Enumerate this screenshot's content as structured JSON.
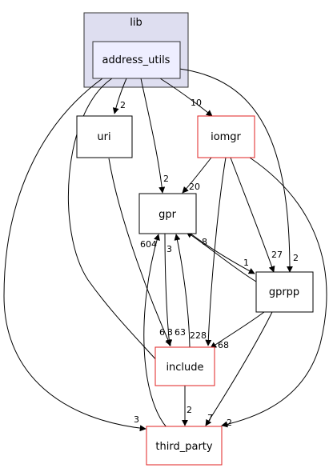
{
  "cluster": {
    "label": "lib",
    "fill": "#dedef0",
    "stroke": "#333333"
  },
  "nodes": {
    "address_utils": {
      "label": "address_utils",
      "fill": "#eeeeff",
      "stroke": "#333333"
    },
    "uri": {
      "label": "uri",
      "fill": "#ffffff",
      "stroke": "#000000"
    },
    "iomgr": {
      "label": "iomgr",
      "fill": "#ffffff",
      "stroke": "#e02020"
    },
    "gpr": {
      "label": "gpr",
      "fill": "#ffffff",
      "stroke": "#000000"
    },
    "gprpp": {
      "label": "gprpp",
      "fill": "#ffffff",
      "stroke": "#000000"
    },
    "include": {
      "label": "include",
      "fill": "#ffffff",
      "stroke": "#e02020"
    },
    "third_party": {
      "label": "third_party",
      "fill": "#ffffff",
      "stroke": "#e02020"
    }
  },
  "edges": [
    {
      "from": "address_utils",
      "to": "uri",
      "count": "2"
    },
    {
      "from": "address_utils",
      "to": "iomgr",
      "count": "10"
    },
    {
      "from": "address_utils",
      "to": "gpr",
      "count": "2"
    },
    {
      "from": "address_utils",
      "to": "gprpp",
      "count": "2"
    },
    {
      "from": "address_utils",
      "to": "include",
      "count": "6"
    },
    {
      "from": "address_utils",
      "to": "third_party",
      "count": "3"
    },
    {
      "from": "uri",
      "to": "include",
      "count": "3"
    },
    {
      "from": "iomgr",
      "to": "gpr",
      "count": "20"
    },
    {
      "from": "iomgr",
      "to": "gprpp",
      "count": "27"
    },
    {
      "from": "iomgr",
      "to": "include",
      "count": "228"
    },
    {
      "from": "iomgr",
      "to": "third_party",
      "count": "2"
    },
    {
      "from": "gpr",
      "to": "gprpp",
      "count": "1"
    },
    {
      "from": "gpr",
      "to": "include",
      "count": "63"
    },
    {
      "from": "gprpp",
      "to": "gpr",
      "count": "8"
    },
    {
      "from": "gprpp",
      "to": "include",
      "count": "68"
    },
    {
      "from": "gprpp",
      "to": "third_party",
      "count": "7"
    },
    {
      "from": "include",
      "to": "gpr",
      "count": "3"
    },
    {
      "from": "include",
      "to": "third_party",
      "count": "2"
    },
    {
      "from": "third_party",
      "to": "gpr",
      "count": "604"
    }
  ]
}
